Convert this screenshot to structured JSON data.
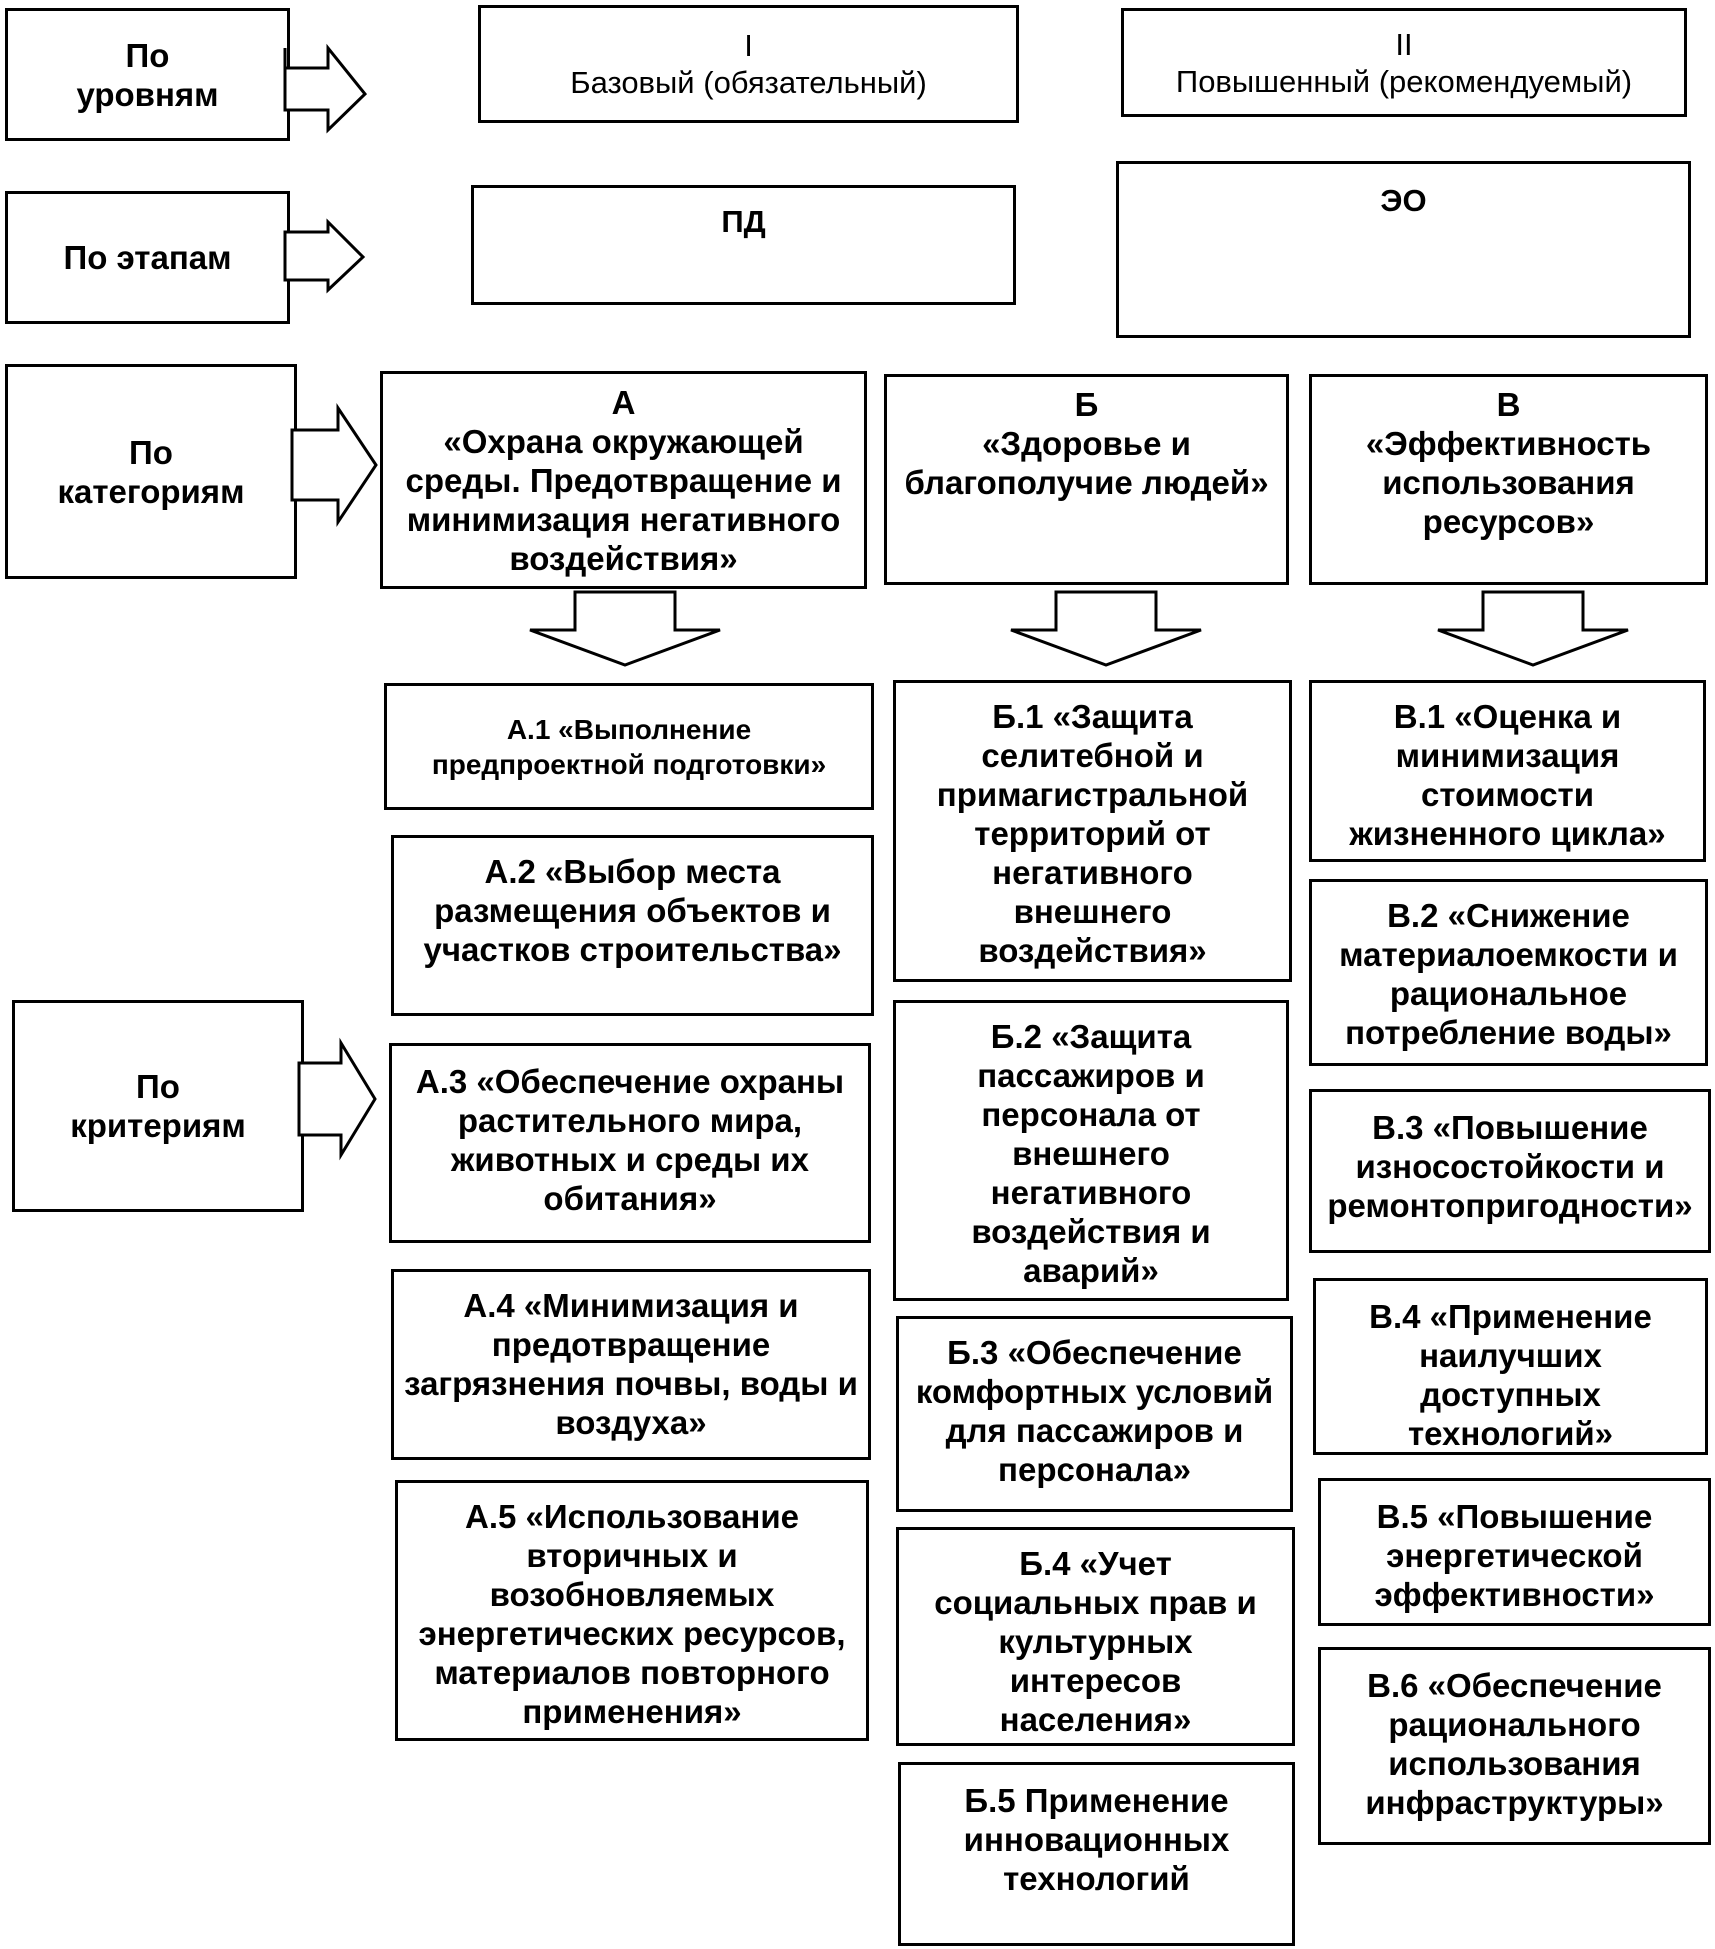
{
  "left_labels": {
    "levels": "По\nуровням",
    "stages": "По этапам",
    "categories": "По\nкатегориям",
    "criteria": "По\nкритериям"
  },
  "levels": {
    "basic": "I\nБазовый (обязательный)",
    "advanced": "II\nПовышенный (рекомендуемый)"
  },
  "stages": {
    "pd": "ПД",
    "eo": "ЭО"
  },
  "categories": {
    "a": "А\n«Охрана окружающей\nсреды. Предотвращение и\nминимизация негативного\nвоздействия»",
    "b": "Б\n«Здоровье и\nблагополучие людей»",
    "v": "В\n«Эффективность\nиспользования\nресурсов»"
  },
  "criteria_a": [
    "А.1 «Выполнение\nпредпроектной подготовки»",
    "А.2 «Выбор места\nразмещения объектов и\nучастков строительства»",
    "А.3 «Обеспечение охраны\nрастительного мира,\nживотных и среды их\nобитания»",
    "А.4 «Минимизация и\nпредотвращение\nзагрязнения почвы, воды и\nвоздуха»",
    "А.5 «Использование\nвторичных и\nвозобновляемых\nэнергетических ресурсов,\nматериалов повторного\nприменения»"
  ],
  "criteria_b": [
    "Б.1 «Защита\nселитебной и\nпримагистральной\nтерриторий от\nнегативного\nвнешнего\nвоздействия»",
    "Б.2 «Защита\nпассажиров и\nперсонала от\nвнешнего\nнегативного\nвоздействия и\nаварий»",
    "Б.3 «Обеспечение\nкомфортных условий\nдля пассажиров и\nперсонала»",
    "Б.4 «Учет\nсоциальных прав и\nкультурных\nинтересов\nнаселения»",
    "Б.5 Применение\nинновационных\nтехнологий"
  ],
  "criteria_v": [
    "В.1 «Оценка и\nминимизация\nстоимости\nжизненного цикла»",
    "В.2 «Снижение\nматериалоемкости и\nрациональное\nпотребление воды»",
    "В.3 «Повышение\nизносостойкости и\nремонтопригодности»",
    "В.4 «Применение\nнаилучших\nдоступных\nтехнологий»",
    "В.5 «Повышение\nэнергетической\nэффективности»",
    "В.6 «Обеспечение\nрационального\nиспользования\nинфраструктуры»"
  ]
}
